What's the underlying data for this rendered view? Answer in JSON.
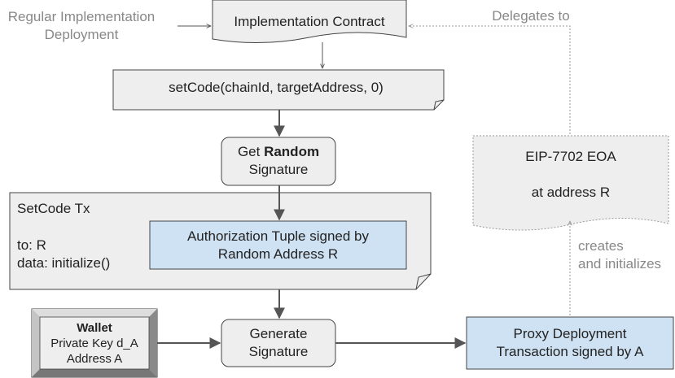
{
  "external_label": {
    "line1": "Regular Implementation",
    "line2": "Deployment"
  },
  "implementation_contract": "Implementation Contract",
  "set_code_call": "setCode(chainId, targetAddress, 0)",
  "get_random_signature": {
    "prefix": "Get ",
    "bold": "Random",
    "line2": "Signature"
  },
  "setcode_tx": {
    "title": "SetCode Tx",
    "to": "to: R",
    "data": "data: initialize()"
  },
  "authorization_tuple": {
    "line1": "Authorization Tuple signed by",
    "line2": "Random Address R"
  },
  "wallet": {
    "title": "Wallet",
    "line1": "Private Key d_A",
    "line2": "Address A"
  },
  "generate_signature": {
    "line1": "Generate",
    "line2": "Signature"
  },
  "proxy_deployment": {
    "line1": "Proxy Deployment",
    "line2": "Transaction signed by A"
  },
  "eoa": {
    "line1": "EIP-7702 EOA",
    "line2": "at address R"
  },
  "delegates_label": "Delegates to",
  "creates_label": {
    "line1": "creates",
    "line2": "and initializes"
  },
  "colors": {
    "doc_fill": "#eeeeee",
    "doc_stroke": "#444444",
    "blue_fill": "#cfe2f3",
    "arrow": "#555555",
    "dotted": "#999999",
    "gray_text": "#888888"
  }
}
